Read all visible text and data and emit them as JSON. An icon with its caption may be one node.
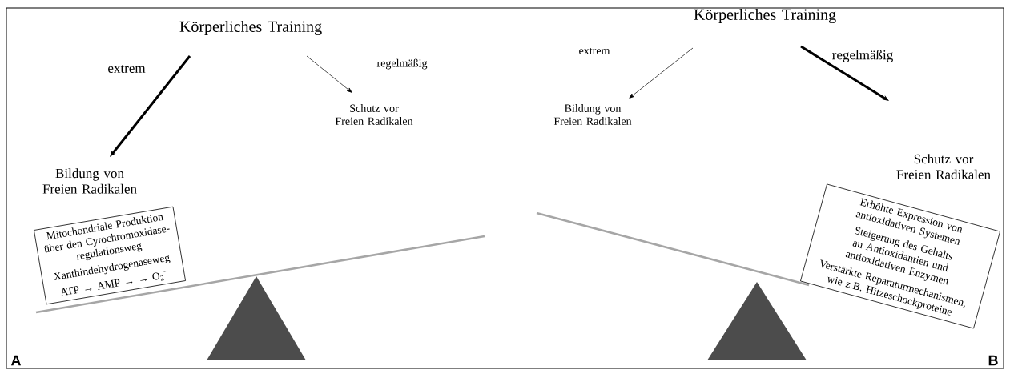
{
  "diagram": {
    "nodes": [
      {
        "text": [
          "Körperliches Training"
        ]
      },
      {
        "text": [
          "Bildung von Freien Radikalen"
        ]
      },
      {
        "text": [
          "Schutz vor Freien Radikalen"
        ]
      },
      {
        "text": [
          "Mitochondriale Produktion über den Cytochromoxidase-regulationsweg",
          "Xanthindehydrogenaseweg",
          "ATP → AMP → → O$_{2}$$^{−}$"
        ]
      },
      {
        "text": [
          "Körperliches Training"
        ]
      },
      {
        "text": [
          "Bildung von Freien Radikalen"
        ]
      },
      {
        "text": [
          "Schutz vor Freien Radikalen"
        ]
      },
      {
        "text": [
          "Erhöhte Expression von antioxidativen Systemen",
          "Steigerung des Gehalts an Antioxidantien und antioxidativen Enzymen",
          "Verstärkte Reparaturmechanismen, wie z.B. Hitzeschockproteine"
        ]
      }
    ],
    "edges": [
      {
        "from": 0,
        "to": 1,
        "arrow": "to",
        "label": "extrem",
        "style": "thick"
      },
      {
        "from": 0,
        "to": 2,
        "arrow": "to",
        "label": "regelmäßig"
      },
      {
        "from": 4,
        "to": 5,
        "arrow": "to",
        "label": "extrem"
      },
      {
        "from": 4,
        "to": 6,
        "arrow": "to",
        "label": "regelmäßig",
        "style": "thick"
      }
    ],
    "labels": [
      "A",
      "B"
    ]
  }
}
